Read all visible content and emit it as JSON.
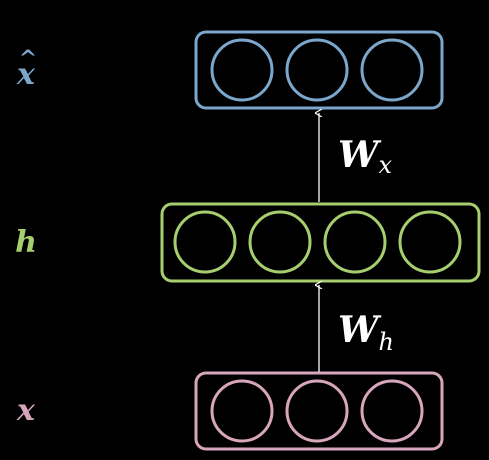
{
  "layers": [
    {
      "id": "output",
      "label": "x",
      "hat": "^",
      "neurons": 3,
      "color": "#7BA7CC"
    },
    {
      "id": "hidden",
      "label": "h",
      "hat": "",
      "neurons": 4,
      "color": "#A6CE6E"
    },
    {
      "id": "input",
      "label": "x",
      "hat": "",
      "neurons": 3,
      "color": "#D8A6BC"
    }
  ],
  "weights": [
    {
      "id": "w-x",
      "symbol": "W",
      "subscript": "x"
    },
    {
      "id": "w-h",
      "symbol": "W",
      "subscript": "h"
    }
  ],
  "colors": {
    "background": "#000000",
    "arrow": "#FFFFFF",
    "weight_text": "#FFFFFF"
  }
}
